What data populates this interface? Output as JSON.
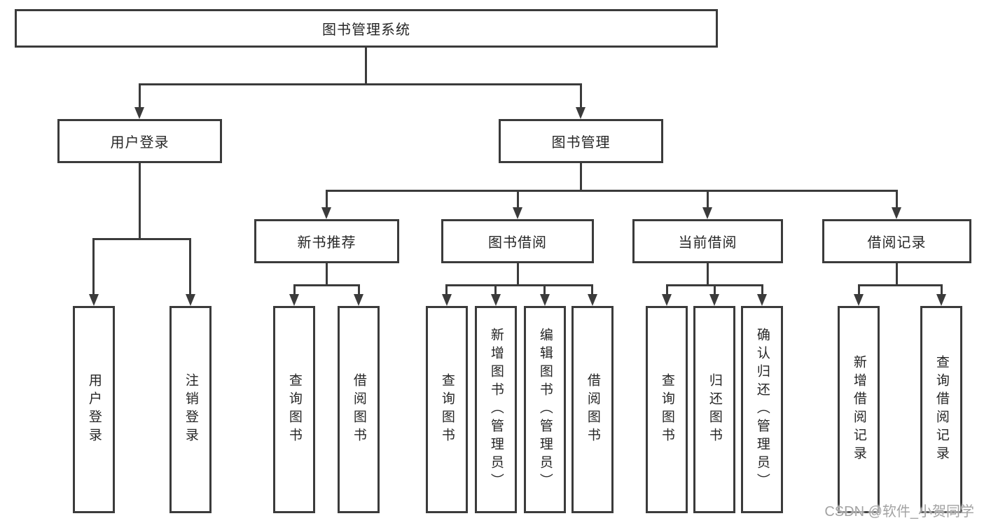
{
  "tree": {
    "root": {
      "label": "图书管理系统"
    },
    "children": [
      {
        "label": "用户登录",
        "children": [
          {
            "label": "用户登录"
          },
          {
            "label": "注销登录"
          }
        ]
      },
      {
        "label": "图书管理",
        "children": [
          {
            "label": "新书推荐",
            "children": [
              {
                "label": "查询图书"
              },
              {
                "label": "借阅图书"
              }
            ]
          },
          {
            "label": "图书借阅",
            "children": [
              {
                "label": "查询图书"
              },
              {
                "label": "新增图书（管理员）"
              },
              {
                "label": "编辑图书（管理员）"
              },
              {
                "label": "借阅图书"
              }
            ]
          },
          {
            "label": "当前借阅",
            "children": [
              {
                "label": "查询图书"
              },
              {
                "label": "归还图书"
              },
              {
                "label": "确认归还（管理员）"
              }
            ]
          },
          {
            "label": "借阅记录",
            "children": [
              {
                "label": "新增借阅记录"
              },
              {
                "label": "查询借阅记录"
              }
            ]
          }
        ]
      }
    ]
  },
  "watermark": {
    "text": "CSDN @软件_小贺同学"
  },
  "colors": {
    "line": "#3b3b3b",
    "text": "#262626",
    "watermark": "#a3a3a3",
    "background": "#ffffff"
  }
}
